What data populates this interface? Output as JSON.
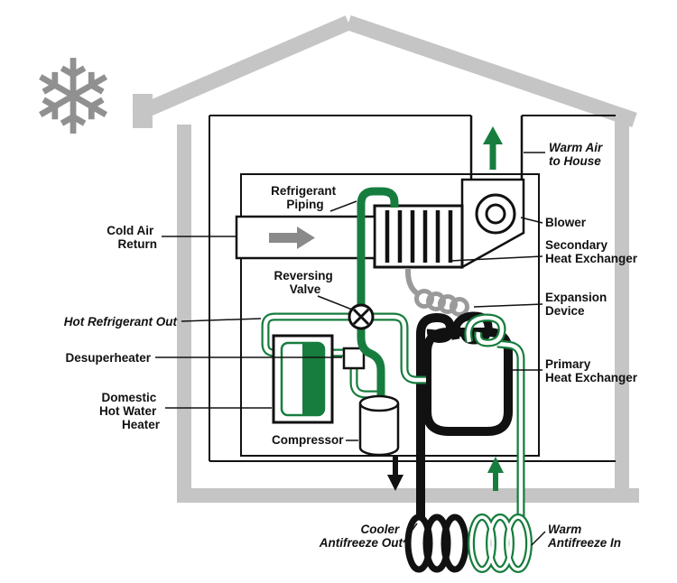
{
  "colors": {
    "pipe_green": "#177d3e",
    "pipe_black": "#111111",
    "house_gray": "#c5c5c5",
    "metal_gray": "#9a9a9a",
    "arrow_gray": "#8a8a8a",
    "background": "#ffffff"
  },
  "icons": {
    "snowflake": "❄"
  },
  "labels": {
    "warm_air_to_house": [
      "Warm Air",
      "to House"
    ],
    "refrigerant_piping": [
      "Refrigerant",
      "Piping"
    ],
    "cold_air_return": [
      "Cold Air",
      "Return"
    ],
    "blower": [
      "Blower"
    ],
    "secondary_heat_exchanger": [
      "Secondary",
      "Heat Exchanger"
    ],
    "reversing_valve": [
      "Reversing",
      "Valve"
    ],
    "expansion_device": [
      "Expansion",
      "Device"
    ],
    "hot_refrigerant_out": [
      "Hot Refrigerant Out"
    ],
    "desuperheater": [
      "Desuperheater"
    ],
    "primary_heat_exchanger": [
      "Primary",
      "Heat Exchanger"
    ],
    "domestic_hot_water_heater": [
      "Domestic",
      "Hot Water",
      "Heater"
    ],
    "compressor": [
      "Compressor"
    ],
    "cooler_antifreeze_out": [
      "Cooler",
      "Antifreeze Out"
    ],
    "warm_antifreeze_in": [
      "Warm",
      "Antifreeze In"
    ]
  }
}
